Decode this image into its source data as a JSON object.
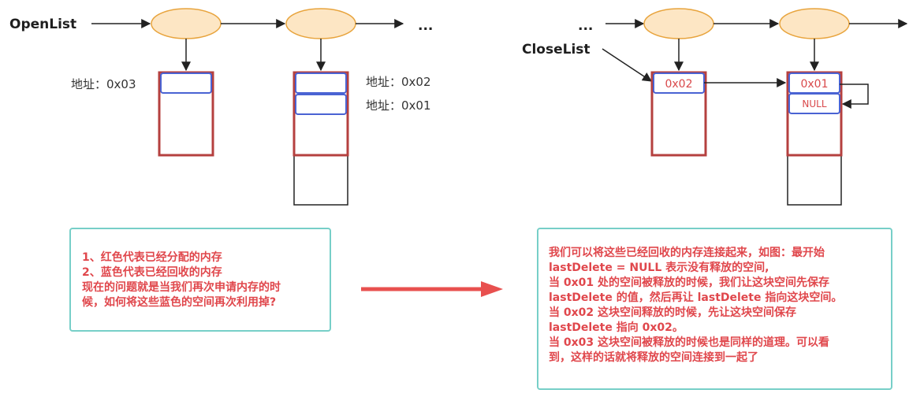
{
  "left": {
    "list_label": "OpenList",
    "ellipsis": "...",
    "address_labels": [
      "地址：0x03",
      "地址：0x02",
      "地址：0x01"
    ]
  },
  "right": {
    "ellipsis": "...",
    "list_label": "CloseList",
    "block1_value": "0x02",
    "block2_value": "0x01",
    "block2_next": "NULL"
  },
  "note_left": {
    "lines": [
      "1、红色代表已经分配的内存",
      "2、蓝色代表已经回收的内存",
      "现在的问题就是当我们再次申请内存的时",
      "候，如何将这些蓝色的空间再次利用掉?"
    ]
  },
  "note_right": {
    "lines": [
      "我们可以将这些已经回收的内存连接起来，如图：最开始",
      "lastDelete = NULL 表示没有释放的空间,",
      "当 0x01 处的空间被释放的时候，我们让这块空间先保存",
      "lastDelete 的值，然后再让 lastDelete 指向这块空间。",
      "当 0x02 这块空间释放的时候，先让这块空间保存",
      "lastDelete 指向 0x02。",
      "当 0x03 这块空间被释放的时候也是同样的道理。可以看",
      "到，这样的话就将释放的空间连接到一起了"
    ]
  },
  "colors": {
    "allocated": "#b5403f",
    "recycled": "#4a63d3",
    "node_fill": "#fde6c4",
    "node_stroke": "#e8a43d",
    "note_border": "#77cfc8",
    "note_text": "#e0474c",
    "big_arrow": "#e8504f"
  }
}
